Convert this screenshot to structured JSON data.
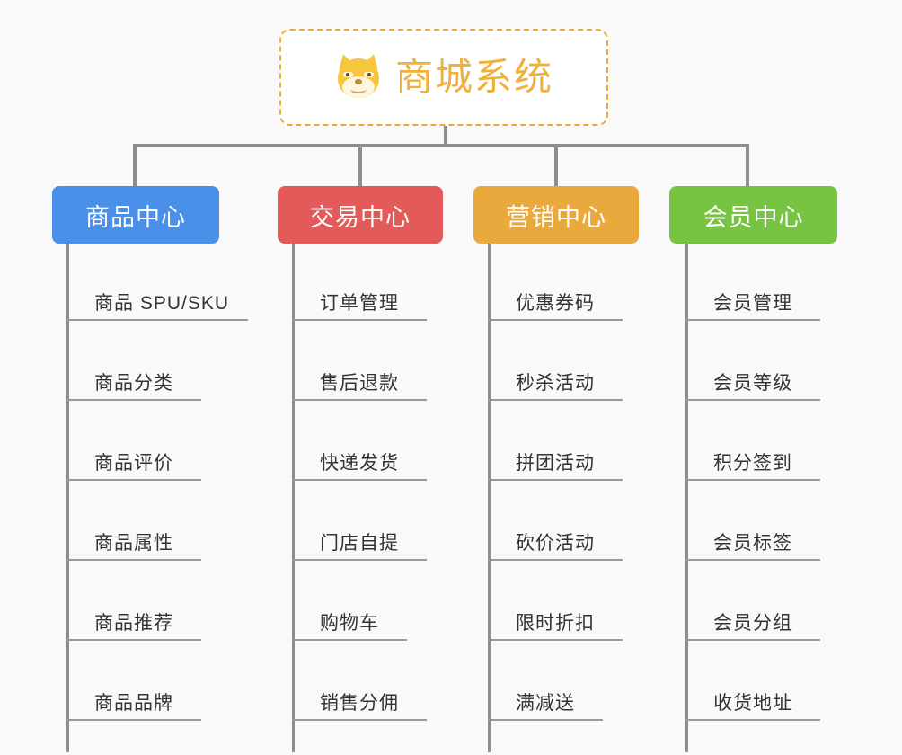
{
  "root": {
    "icon": "shiba-dog-face-icon",
    "title": "商城系统",
    "title_color": "#f0b03c",
    "border_color": "#eaa93c"
  },
  "connector_color": "#8d8d8d",
  "background_color": "#f9f9f9",
  "columns": [
    {
      "label": "商品中心",
      "color": "#4a90e8",
      "items": [
        "商品 SPU/SKU",
        "商品分类",
        "商品评价",
        "商品属性",
        "商品推荐",
        "商品品牌"
      ]
    },
    {
      "label": "交易中心",
      "color": "#e25a5a",
      "items": [
        "订单管理",
        "售后退款",
        "快递发货",
        "门店自提",
        "购物车",
        "销售分佣"
      ]
    },
    {
      "label": "营销中心",
      "color": "#eaa93c",
      "items": [
        "优惠券码",
        "秒杀活动",
        "拼团活动",
        "砍价活动",
        "限时折扣",
        "满减送"
      ]
    },
    {
      "label": "会员中心",
      "color": "#76c442",
      "items": [
        "会员管理",
        "会员等级",
        "积分签到",
        "会员标签",
        "会员分组",
        "收货地址"
      ]
    }
  ]
}
